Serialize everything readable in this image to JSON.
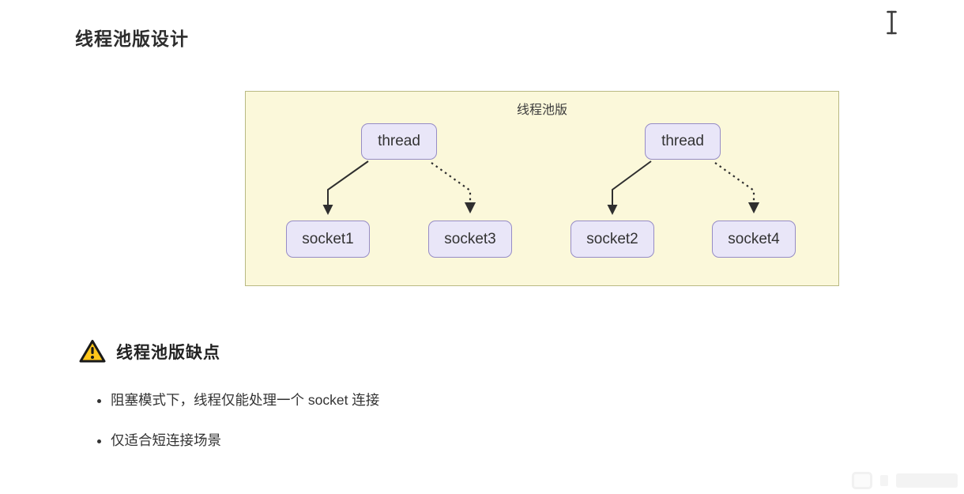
{
  "page": {
    "title": "线程池版设计"
  },
  "diagram": {
    "label": "线程池版",
    "colors": {
      "container_bg": "#fbf8da",
      "container_border": "#b9b983",
      "node_bg": "#e9e6f8",
      "node_border": "#968cc6",
      "arrow": "#333333"
    },
    "nodes": [
      {
        "id": "thread1",
        "label": "thread"
      },
      {
        "id": "thread2",
        "label": "thread"
      },
      {
        "id": "socket1",
        "label": "socket1"
      },
      {
        "id": "socket3",
        "label": "socket3"
      },
      {
        "id": "socket2",
        "label": "socket2"
      },
      {
        "id": "socket4",
        "label": "socket4"
      }
    ],
    "edges": [
      {
        "from": "thread1",
        "to": "socket1",
        "style": "solid"
      },
      {
        "from": "thread1",
        "to": "socket3",
        "style": "dashed"
      },
      {
        "from": "thread2",
        "to": "socket2",
        "style": "solid"
      },
      {
        "from": "thread2",
        "to": "socket4",
        "style": "dashed"
      }
    ]
  },
  "warning": {
    "icon": "warning-triangle-icon",
    "heading": "线程池版缺点",
    "bullets": [
      "阻塞模式下，线程仅能处理一个 socket 连接",
      "仅适合短连接场景"
    ]
  },
  "cursor": {
    "type": "text-ibeam"
  }
}
